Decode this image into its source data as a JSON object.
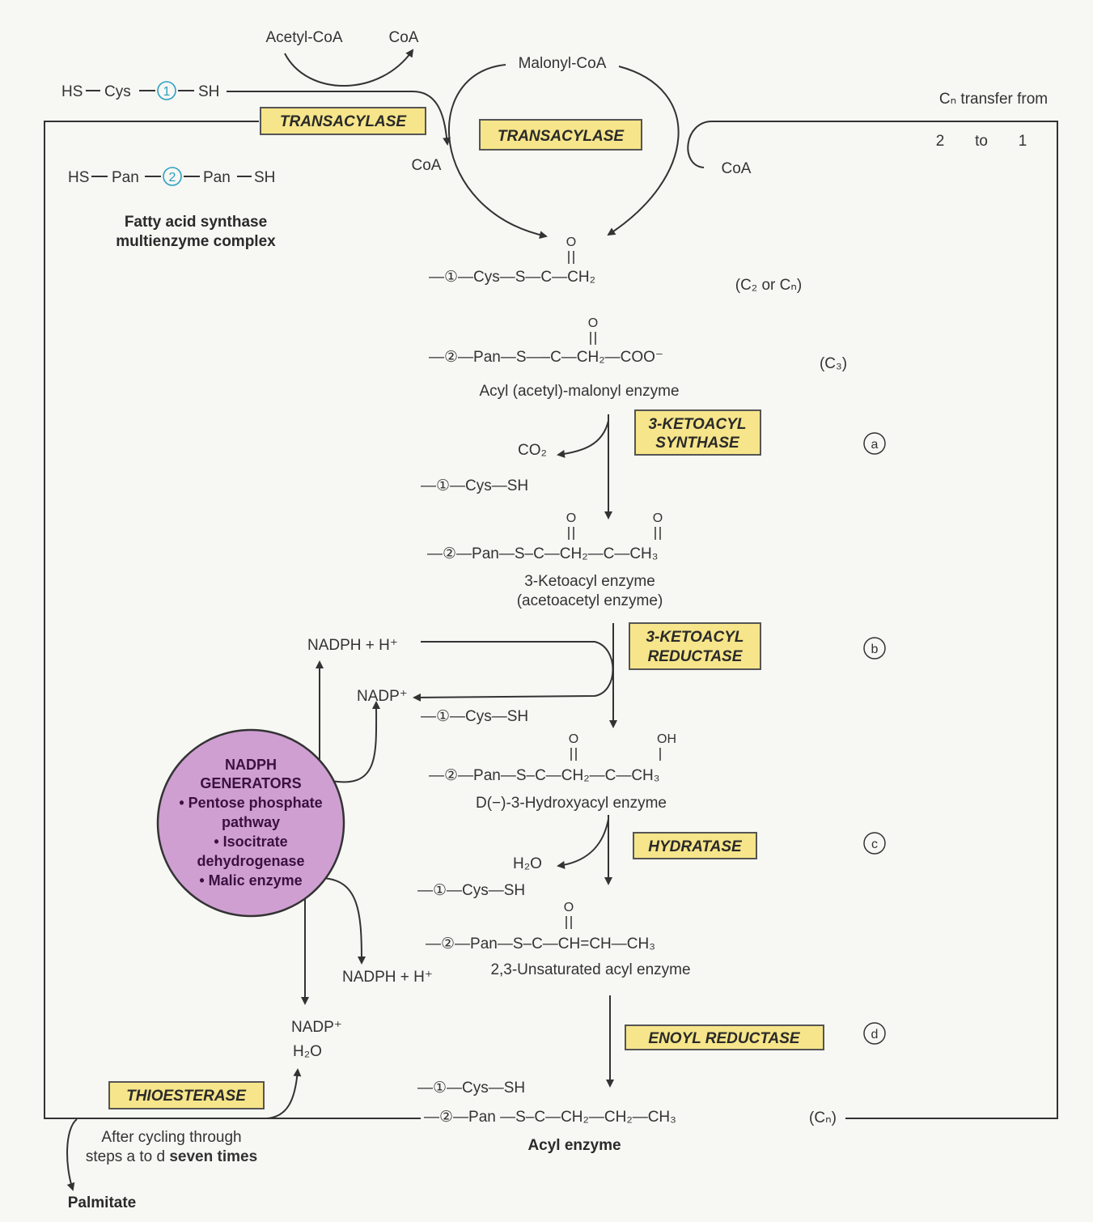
{
  "colors": {
    "enzyme_box_fill": "#f6e58a",
    "enzyme_box_stroke": "#555555",
    "circle_fill": "#cf9fd2",
    "circle_stroke": "#333333",
    "number_circle": "#2a9fc0",
    "line": "#333333"
  },
  "top": {
    "acetyl_coa": "Acetyl-CoA",
    "coa_1": "CoA",
    "malonyl_coa": "Malonyl-CoA",
    "coa_2": "CoA",
    "coa_3": "CoA",
    "hs_cys": [
      "HS",
      "Cys",
      "SH"
    ],
    "hs_pan": [
      "HS",
      "Pan",
      "Pan",
      "SH"
    ],
    "complex_line1": "Fatty acid synthase",
    "complex_line2": "multienzyme complex",
    "transfer_label": "Cₙ transfer from",
    "transfer_from": "2",
    "transfer_to_word": "to",
    "transfer_to": "1"
  },
  "enzymes": {
    "transacylase_1": "TRANSACYLASE",
    "transacylase_2": "TRANSACYLASE",
    "ketoacyl_synthase_1": "3-KETOACYL",
    "ketoacyl_synthase_2": "SYNTHASE",
    "ketoacyl_reductase_1": "3-KETOACYL",
    "ketoacyl_reductase_2": "REDUCTASE",
    "hydratase": "HYDRATASE",
    "enoyl_reductase": "ENOYL REDUCTASE",
    "thioesterase": "THIOESTERASE"
  },
  "steps": {
    "a": "a",
    "b": "b",
    "c": "c",
    "d": "d"
  },
  "numbers": {
    "one": "1",
    "two": "2"
  },
  "structures": {
    "s1": {
      "formula": "—①—Cys—S—C—CH₂",
      "tag": "(C₂ or Cₙ)"
    },
    "s2": {
      "formula": "—②—Pan—S—–C—CH₂—COO⁻",
      "tag": "(C₃)",
      "caption": "Acyl (acetyl)-malonyl enzyme"
    },
    "co2": "CO₂",
    "cys_sh": "—①—Cys—SH",
    "s3": {
      "formula": "—②—Pan—S–C—CH₂—C—CH₃",
      "caption1": "3-Ketoacyl enzyme",
      "caption2": "(acetoacetyl enzyme)"
    },
    "s4": {
      "formula": "—②—Pan—S–C—CH₂—C—CH₃",
      "oh": "OH",
      "caption": "D(−)-3-Hydroxyacyl enzyme"
    },
    "h2o": "H₂O",
    "s5": {
      "formula": "—②—Pan—S–C—CH=CH—CH₃",
      "caption": "2,3-Unsaturated acyl enzyme"
    },
    "s6": {
      "formula": "—②—Pan —S–C—CH₂—CH₂—CH₃",
      "tag": "(Cₙ)",
      "caption": "Acyl enzyme"
    },
    "oxygen": "O"
  },
  "cofactors": {
    "nadph_h_1": "NADPH + H⁺",
    "nadp_1": "NADP⁺",
    "nadph_h_2": "NADPH + H⁺",
    "nadp_2": "NADP⁺",
    "h2o_2": "H₂O"
  },
  "generators": {
    "title1": "NADPH",
    "title2": "GENERATORS",
    "item1a": "• Pentose phosphate",
    "item1b": "pathway",
    "item2a": "• Isocitrate",
    "item2b": "dehydrogenase",
    "item3": "• Malic enzyme"
  },
  "bottom": {
    "cycling1": "After cycling through",
    "cycling2_a": "steps a to d ",
    "cycling2_b": "seven times",
    "palmitate": "Palmitate"
  }
}
